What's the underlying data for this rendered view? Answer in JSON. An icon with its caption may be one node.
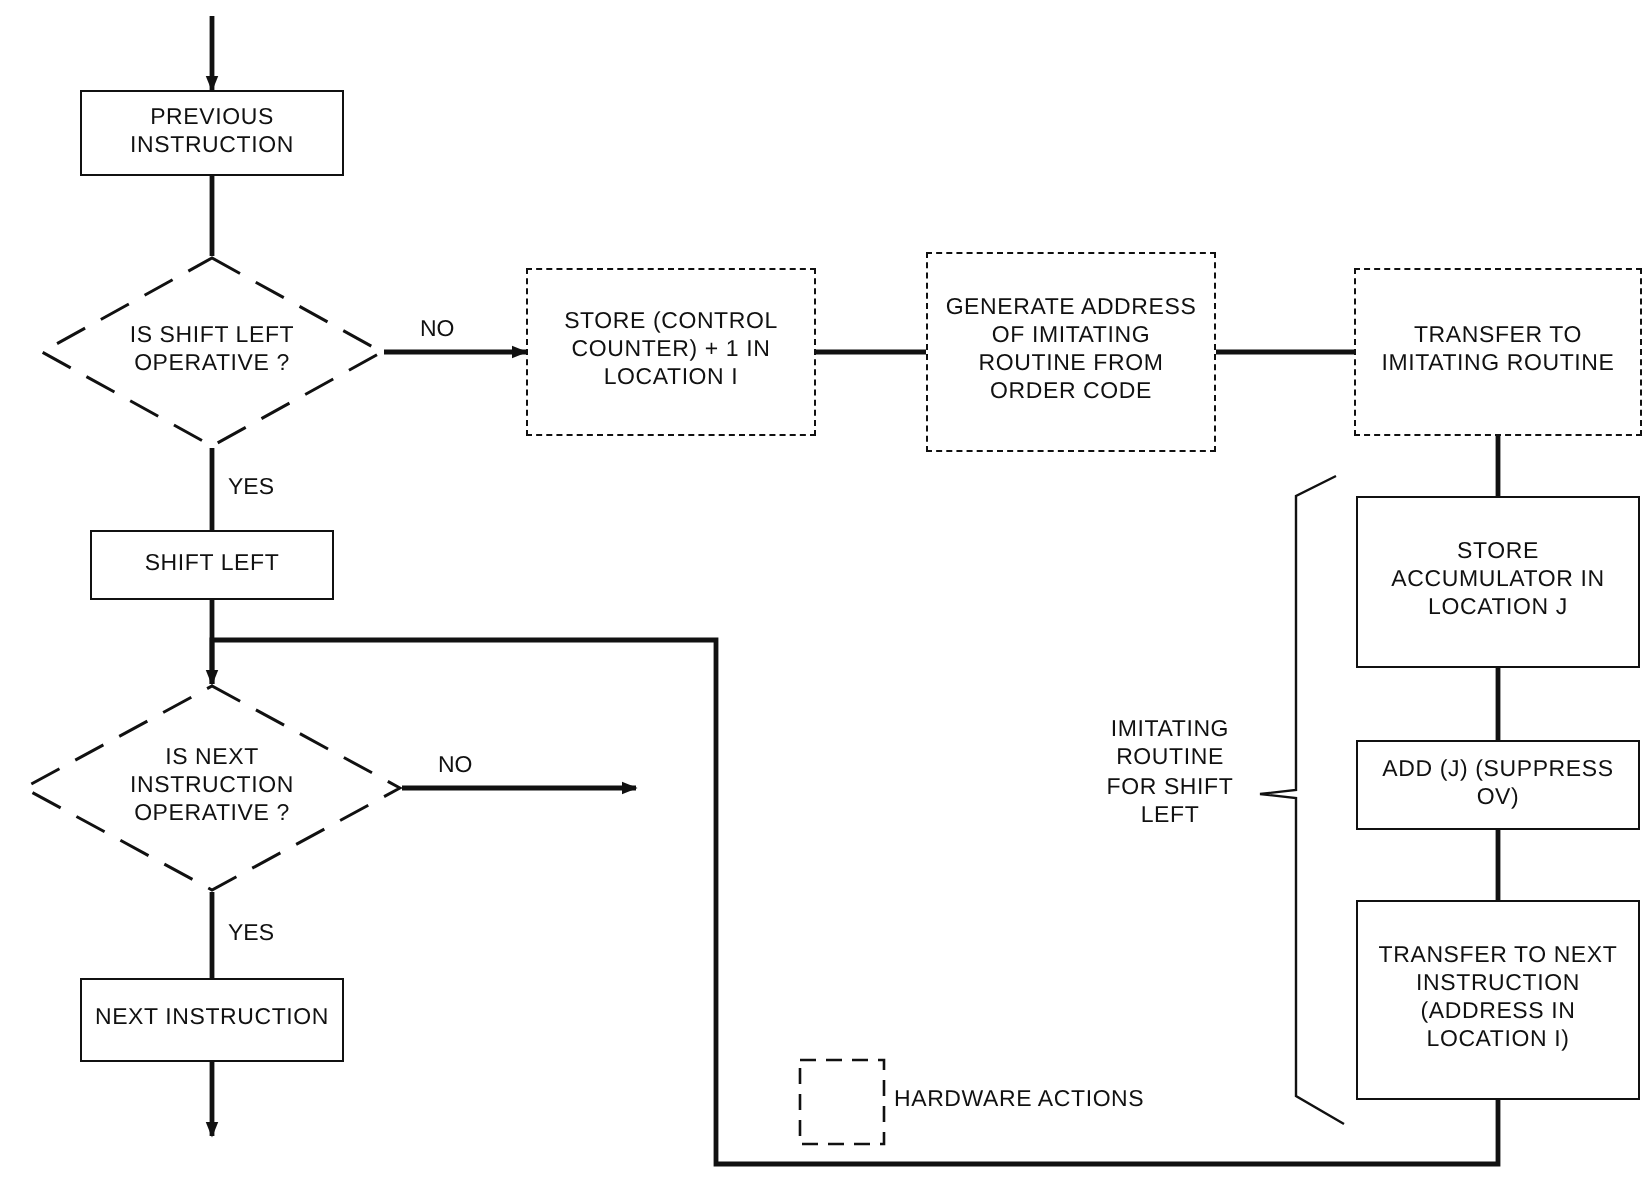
{
  "diagram": {
    "nodes": [
      {
        "text": [
          "PREVIOUS INSTRUCTION"
        ]
      },
      {
        "text": [
          "IS SHIFT LEFT OPERATIVE ?"
        ]
      },
      {
        "text": [
          "STORE (CONTROL COUNTER) + 1 IN LOCATION I"
        ]
      },
      {
        "text": [
          "GENERATE ADDRESS OF IMITATING ROUTINE FROM ORDER CODE"
        ]
      },
      {
        "text": [
          "TRANSFER TO IMITATING ROUTINE"
        ]
      },
      {
        "text": [
          "SHIFT LEFT"
        ]
      },
      {
        "text": [
          "IS NEXT INSTRUCTION OPERATIVE ?"
        ]
      },
      {
        "text": [
          "NEXT INSTRUCTION"
        ]
      },
      {
        "text": [
          "STORE ACCUMULATOR IN LOCATION J"
        ]
      },
      {
        "text": [
          "ADD (J) (SUPPRESS OV)"
        ]
      },
      {
        "text": [
          "TRANSFER TO NEXT INSTRUCTION (ADDRESS IN LOCATION I)"
        ]
      }
    ],
    "edges": [
      {
        "from": null,
        "to": 0,
        "arrow": "to"
      },
      {
        "from": 0,
        "to": 1,
        "arrow": "none"
      },
      {
        "from": 1,
        "to": 2,
        "arrow": "to",
        "label": "NO"
      },
      {
        "from": 2,
        "to": 3,
        "arrow": "none"
      },
      {
        "from": 3,
        "to": 4,
        "arrow": "none"
      },
      {
        "from": 1,
        "to": 5,
        "arrow": "none",
        "label": "YES"
      },
      {
        "from": 5,
        "to": 6,
        "arrow": "none"
      },
      {
        "from": 6,
        "to": null,
        "arrow": "to",
        "label": "NO"
      },
      {
        "from": 6,
        "to": 7,
        "arrow": "none",
        "label": "YES"
      },
      {
        "from": 7,
        "to": null,
        "arrow": "to"
      },
      {
        "from": 4,
        "to": 8,
        "arrow": "none"
      },
      {
        "from": 8,
        "to": 9,
        "arrow": "none"
      },
      {
        "from": 9,
        "to": 10,
        "arrow": "none"
      },
      {
        "from": 10,
        "to": 6,
        "arrow": "to"
      }
    ],
    "labels": [
      "IMITATING ROUTINE FOR SHIFT LEFT"
    ],
    "legend": [
      {
        "text": "HARDWARE ACTIONS"
      }
    ]
  }
}
